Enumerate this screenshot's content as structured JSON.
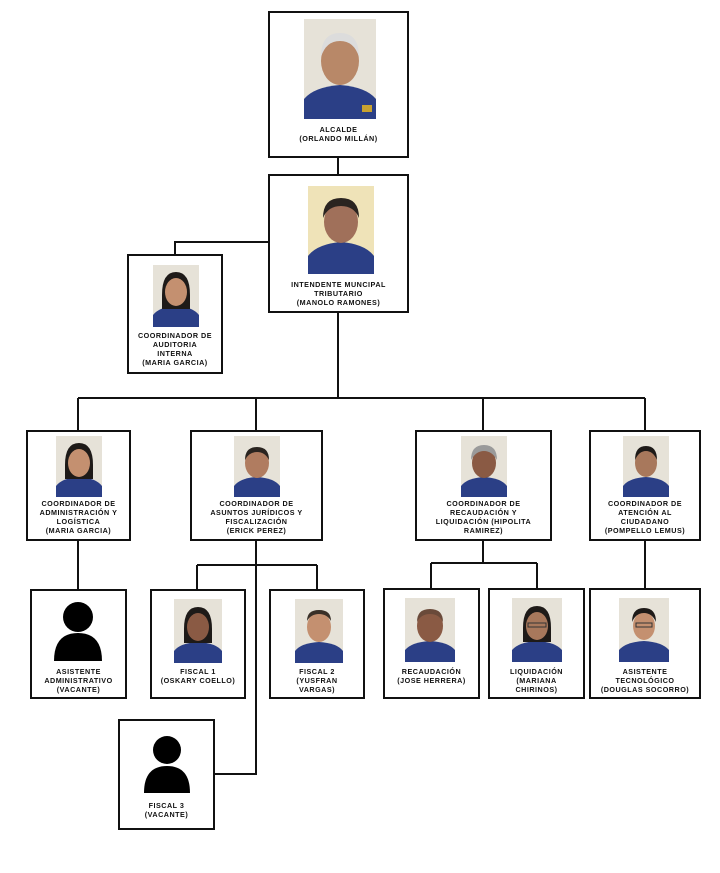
{
  "colors": {
    "line": "#111111",
    "shirt": "#2b3f86",
    "wall": "#e6e2d8",
    "wall_cream": "#efe3b8",
    "silhouette": "#000000"
  },
  "nodes": {
    "alcalde": {
      "title": "ALCALDE",
      "name": "(ORLANDO MILLÁN)",
      "icon": "photo-icon"
    },
    "intendente": {
      "title_1": "INTENDENTE MUNCIPAL",
      "title_2": "TRIBUTARIO",
      "name": "(MANOLO RAMONES)",
      "icon": "photo-icon"
    },
    "auditoria": {
      "title_1": "COORDINADOR DE",
      "title_2": "AUDITORIA",
      "title_3": "INTERNA",
      "name": "(MARIA GARCIA)",
      "icon": "photo-icon"
    },
    "administracion": {
      "title_1": "COORDINADOR DE",
      "title_2": "ADMINISTRACIÓN Y",
      "title_3": "LOGÍSTICA",
      "name": "(MARIA GARCIA)",
      "icon": "photo-icon"
    },
    "juridicos": {
      "title_1": "COORDINADOR DE",
      "title_2": "ASUNTOS JURÍDICOS Y",
      "title_3": "FISCALIZACIÓN",
      "name": "(ERICK PEREZ)",
      "icon": "photo-icon"
    },
    "recaudacion_coord": {
      "title_1": "COORDINADOR DE",
      "title_2": "RECAUDACIÓN Y",
      "title_3": "LIQUIDACIÓN (HIPOLITA",
      "name": "RAMIREZ)",
      "icon": "photo-icon"
    },
    "atencion": {
      "title_1": "COORDINADOR DE",
      "title_2": "ATENCIÓN AL",
      "title_3": "CIUDADANO",
      "name": "(POMPELLO LEMUS)",
      "icon": "photo-icon"
    },
    "asistente_admin": {
      "title_1": "ASISTENTE",
      "title_2": "ADMINISTRATIVO",
      "name": "(VACANTE)",
      "icon": "person-silhouette-icon"
    },
    "fiscal1": {
      "title": "FISCAL 1",
      "name": "(OSKARY COELLO)",
      "icon": "photo-icon"
    },
    "fiscal2": {
      "title": "FISCAL 2",
      "name_1": "(YUSFRAN",
      "name_2": "VARGAS)",
      "icon": "photo-icon"
    },
    "recaudacion": {
      "title": "RECAUDACIÓN",
      "name": "(JOSE HERRERA)",
      "icon": "photo-icon"
    },
    "liquidacion": {
      "title": "LIQUIDACIÓN",
      "name_1": "(MARIANA",
      "name_2": "CHIRINOS)",
      "icon": "photo-icon"
    },
    "asistente_tec": {
      "title_1": "ASISTENTE",
      "title_2": "TECNOLÓGICO",
      "name": "(DOUGLAS SOCORRO)",
      "icon": "photo-icon"
    },
    "fiscal3": {
      "title": "FISCAL 3",
      "name": "(VACANTE)",
      "icon": "person-silhouette-icon"
    }
  }
}
